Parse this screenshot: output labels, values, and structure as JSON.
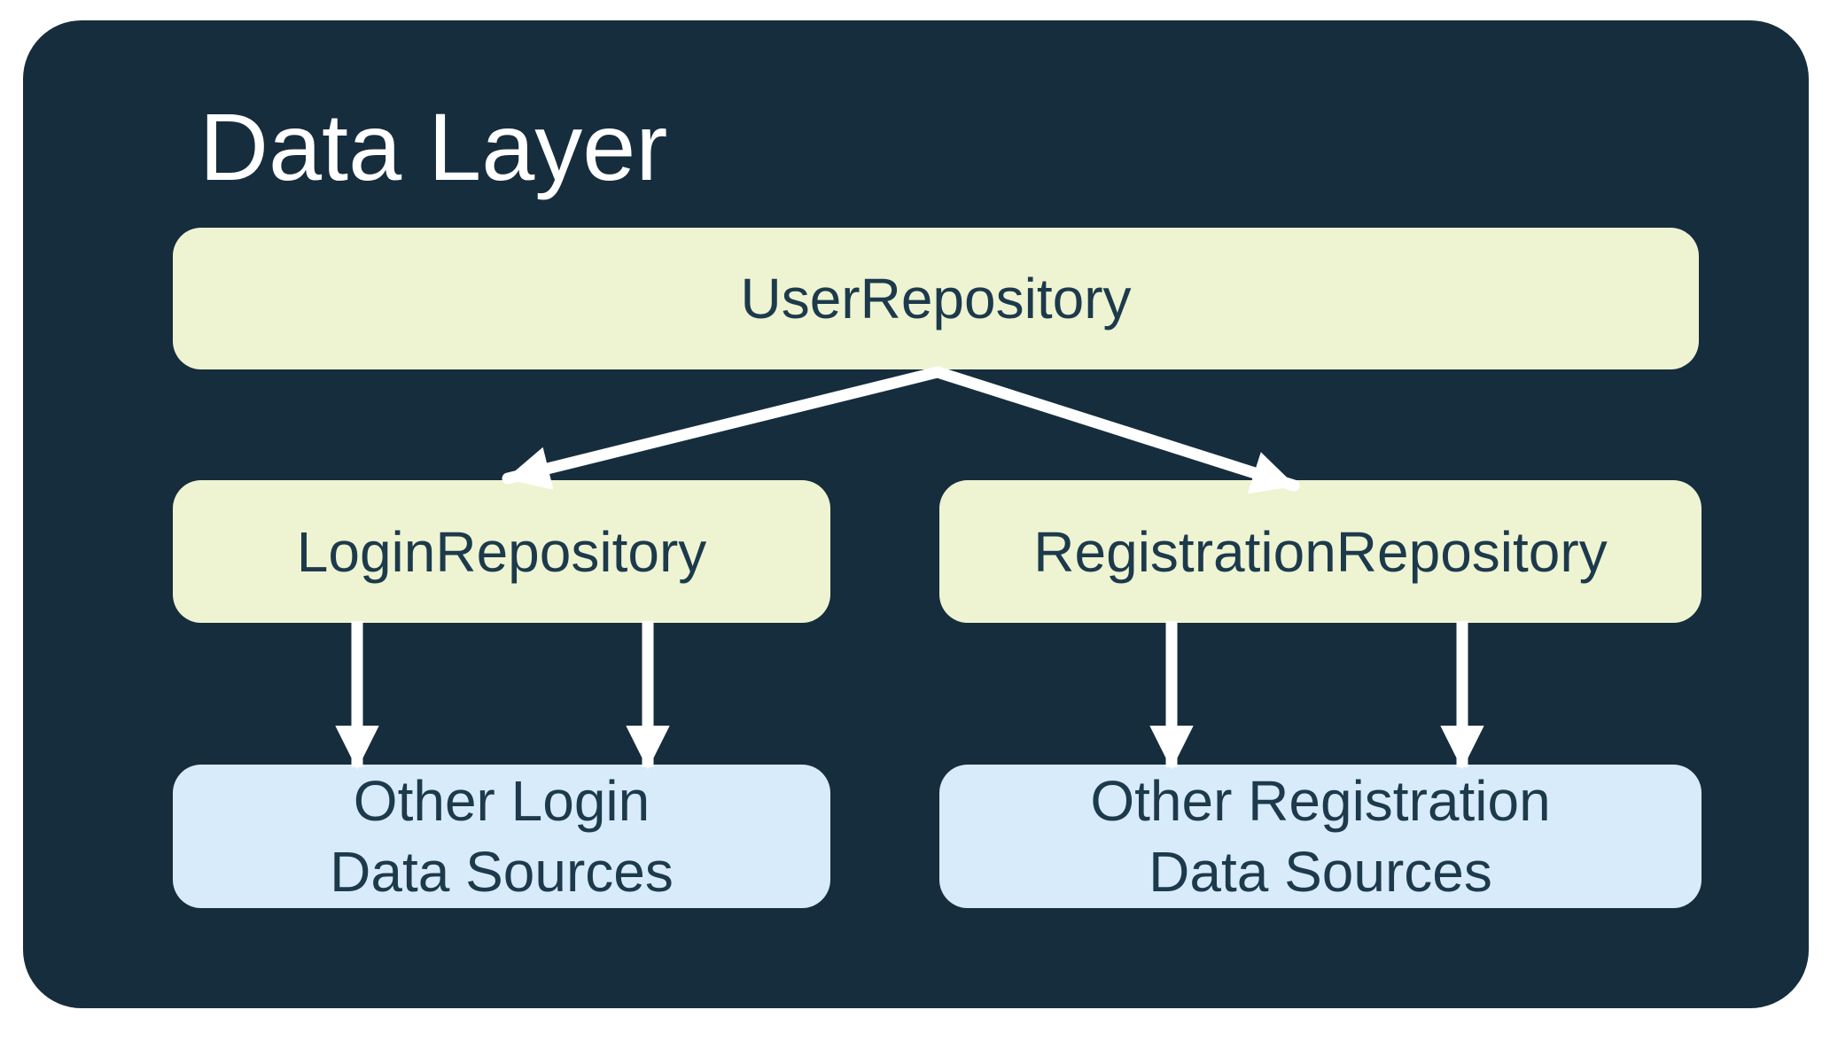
{
  "diagram": {
    "title": "Data Layer",
    "colors": {
      "page_background": "#ffffff",
      "panel_background": "#162d3d",
      "repository_box": "#eef4d2",
      "data_source_box": "#d8ebfb",
      "box_text": "#1d3a4c",
      "title_text": "#ffffff",
      "arrow": "#ffffff"
    },
    "nodes": {
      "user_repository": {
        "label": "UserRepository"
      },
      "login_repository": {
        "label": "LoginRepository"
      },
      "registration_repository": {
        "label": "RegistrationRepository"
      },
      "other_login_sources": {
        "label_line1": "Other Login",
        "label_line2": "Data Sources"
      },
      "other_registration_sources": {
        "label_line1": "Other Registration",
        "label_line2": "Data Sources"
      }
    },
    "edges": [
      {
        "id": "user-to-login",
        "from": "user_repository",
        "to": "login_repository"
      },
      {
        "id": "user-to-registration",
        "from": "user_repository",
        "to": "registration_repository"
      },
      {
        "id": "login-to-other-login-sources-left",
        "from": "login_repository",
        "to": "other_login_sources"
      },
      {
        "id": "login-to-other-login-sources-right",
        "from": "login_repository",
        "to": "other_login_sources"
      },
      {
        "id": "registration-to-other-registration-sources-left",
        "from": "registration_repository",
        "to": "other_registration_sources"
      },
      {
        "id": "registration-to-other-registration-sources-right",
        "from": "registration_repository",
        "to": "other_registration_sources"
      }
    ]
  }
}
